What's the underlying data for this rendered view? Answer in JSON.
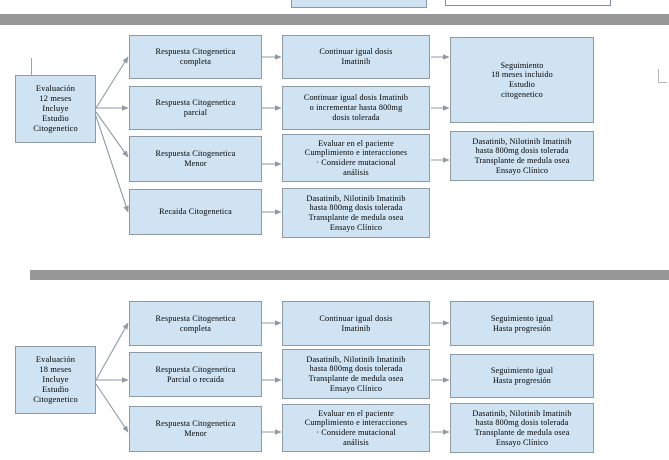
{
  "page": {
    "title": "Algoritmo de evaluacion de respuesta citogenetica - Imatinib",
    "background_color": "#ffffff",
    "box_fill_color": "#cfe3f2",
    "box_border_color": "#8c9aa5",
    "separator_color": "#989898",
    "connector_color": "#9aa4ac"
  },
  "top_fragment": {
    "blue_box_label": "",
    "white_box_label": ""
  },
  "separators": [
    {
      "name": "separator-top"
    },
    {
      "name": "separator-middle"
    }
  ],
  "flow_12_meses": {
    "root": {
      "label": "Evaluación\n12 meses\nIncluye\nEstudio\nCitogenetico"
    },
    "rows": [
      {
        "response": "Respuesta Citogenetica\ncompleta",
        "treatment": "Continuar igual dosis\nImatinib",
        "outcome": "Seguimiento\n18 meses incluido\nEstudio\ncitogenetico"
      },
      {
        "response": "Respuesta Citogenetica\nparcial",
        "treatment": "Continuar igual dosis  Imatinib\no incrementar hasta 800mg\ndosis tolerada",
        "outcome": ""
      },
      {
        "response": "Respuesta Citogenetica\nMenor",
        "treatment": "Evaluar en el paciente\nCumplimiento e interacciones\n· Considere mutacional\nanálisis",
        "outcome": "Dasatinib, Nilotinib Imatinib\nhasta 800mg dosis  tolerada\nTransplante de medula osea\nEnsayo Clínico"
      },
      {
        "response": "Recaida Citogenetica",
        "treatment": "Dasatinib, Nilotinib Imatinib\nhasta 800mg dosis  tolerada\nTransplante de medula osea\nEnsayo Clínico",
        "outcome": ""
      }
    ]
  },
  "flow_18_meses": {
    "root": {
      "label": "Evaluación\n18  meses\nIncluye\nEstudio\nCitogenetico"
    },
    "rows": [
      {
        "response": "Respuesta Citogenetica\ncompleta",
        "treatment": "Continuar igual dosis\nImatinib",
        "outcome": "Seguimiento igual\nHasta progresión"
      },
      {
        "response": "Respuesta Citogenetica\nParcial o recaida",
        "treatment": "Dasatinib, Nilotinib Imatinib\nhasta 800mg dosis  tolerada\nTransplante de medula osea\nEnsayo Clínico",
        "outcome": "Seguimiento igual\nHasta progresión"
      },
      {
        "response": "Respuesta Citogenetica\nMenor",
        "treatment": "Evaluar en el paciente\nCumplimiento e interacciones\n· Considere mutacional\nanálisis",
        "outcome": "Dasatinib, Nilotinib Imatinib\nhasta 800mg dosis  tolerada\nTransplante de medula osea\nEnsayo Clínico"
      }
    ]
  }
}
